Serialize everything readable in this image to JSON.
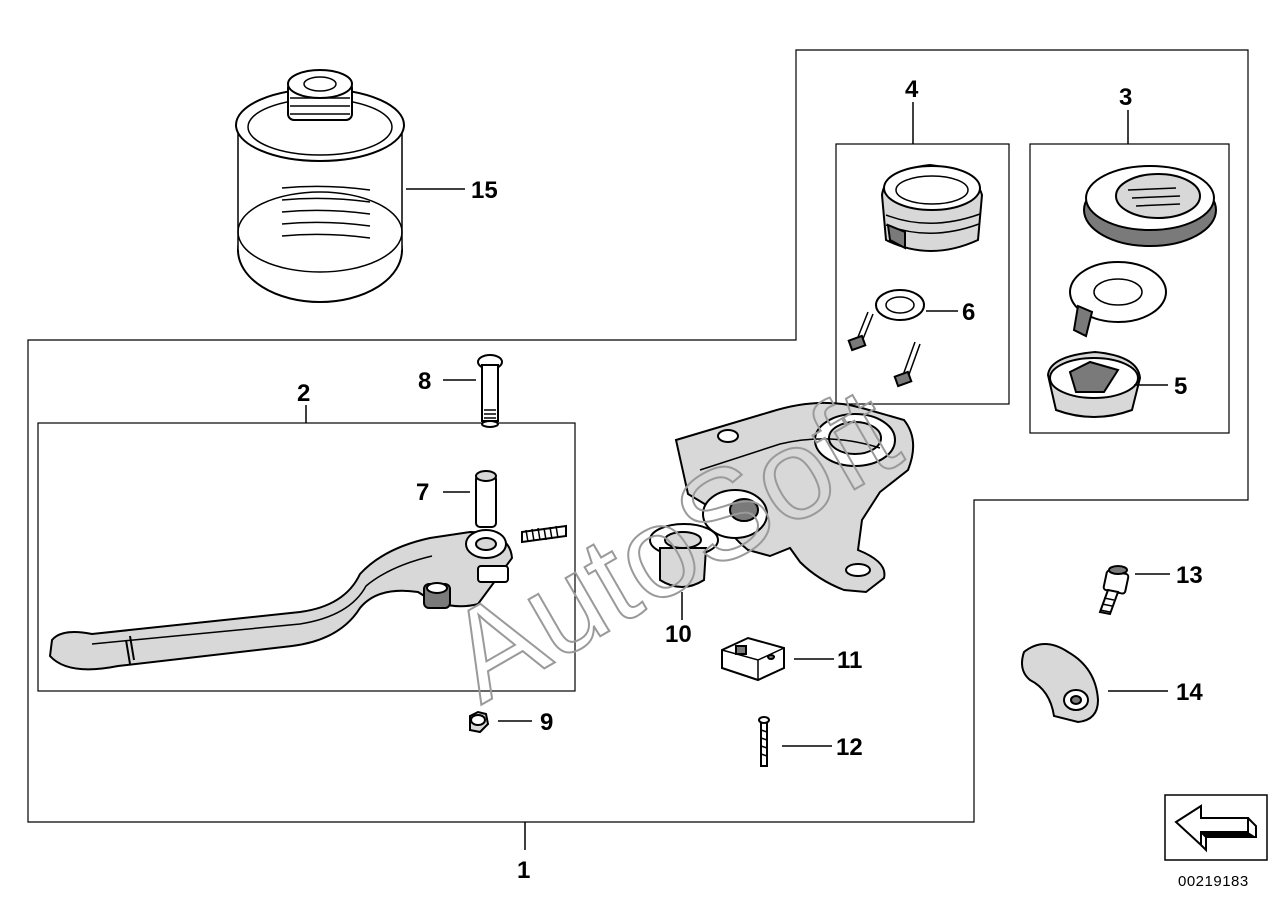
{
  "watermark": "AutoSoft",
  "diagram_number": "00219183",
  "callouts": {
    "c1": "1",
    "c2": "2",
    "c3": "3",
    "c4": "4",
    "c5": "5",
    "c6": "6",
    "c7": "7",
    "c8": "8",
    "c9": "9",
    "c10": "10",
    "c11": "11",
    "c12": "12",
    "c13": "13",
    "c14": "14",
    "c15": "15"
  }
}
